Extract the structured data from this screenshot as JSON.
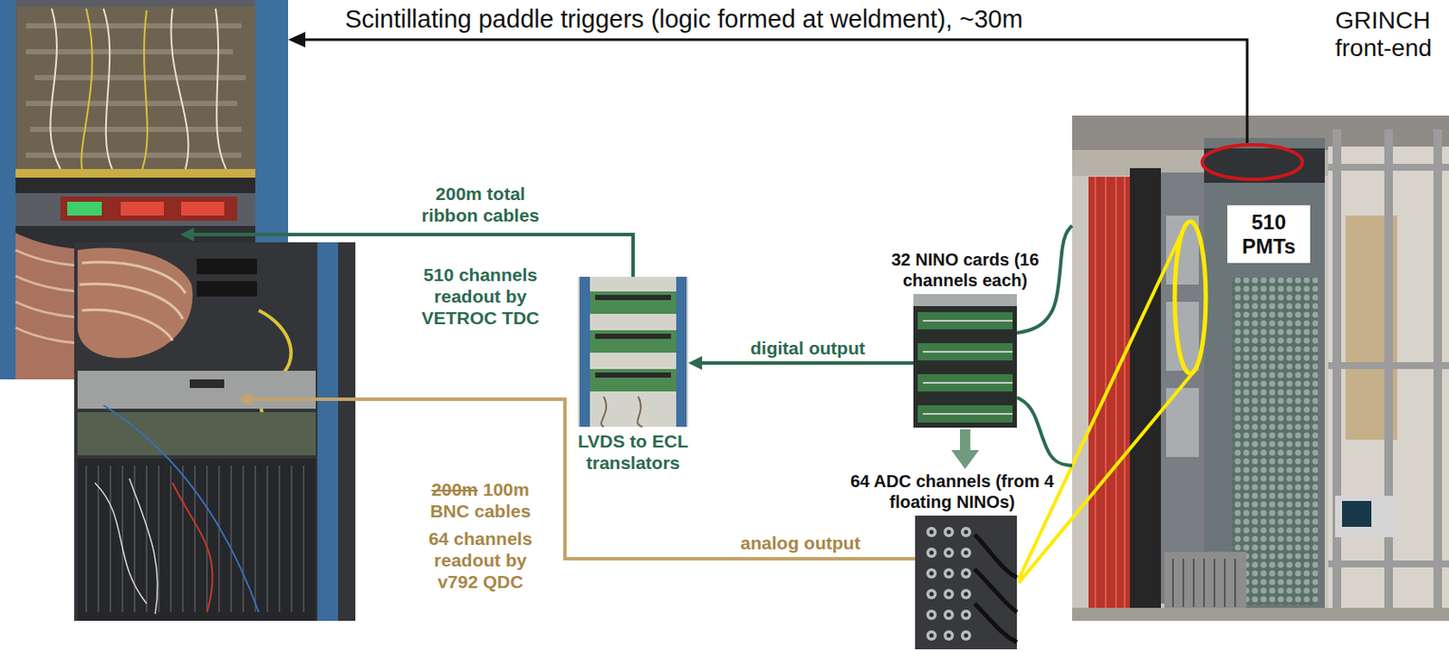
{
  "diagram": {
    "nodes": [
      {
        "text": [
          "GRINCH front-end"
        ]
      },
      {
        "text": [
          "510 PMTs"
        ],
        "in": 0
      },
      {
        "text": [
          "32 NINO cards (16 channels each)"
        ]
      },
      {
        "text": [
          "LVDS to ECL translators"
        ]
      },
      {
        "text": [
          "64 ADC channels (from 4 floating NINOs)"
        ]
      }
    ],
    "edges": [
      {
        "from": 0,
        "to": 2,
        "arrow": "none"
      },
      {
        "from": 0,
        "to": 2,
        "arrow": "none"
      },
      {
        "from": 2,
        "to": 3,
        "label": "digital output",
        "arrow": "to"
      },
      {
        "from": 2,
        "to": 4,
        "arrow": "to"
      }
    ],
    "labels": [
      "Scintillating paddle triggers (logic formed at weldment), ~30m",
      "200m total ribbon cables",
      "510 channels readout by VETROC TDC",
      "200m",
      "100m BNC cables",
      "64 channels readout by v792 QDC",
      "analog output"
    ]
  }
}
